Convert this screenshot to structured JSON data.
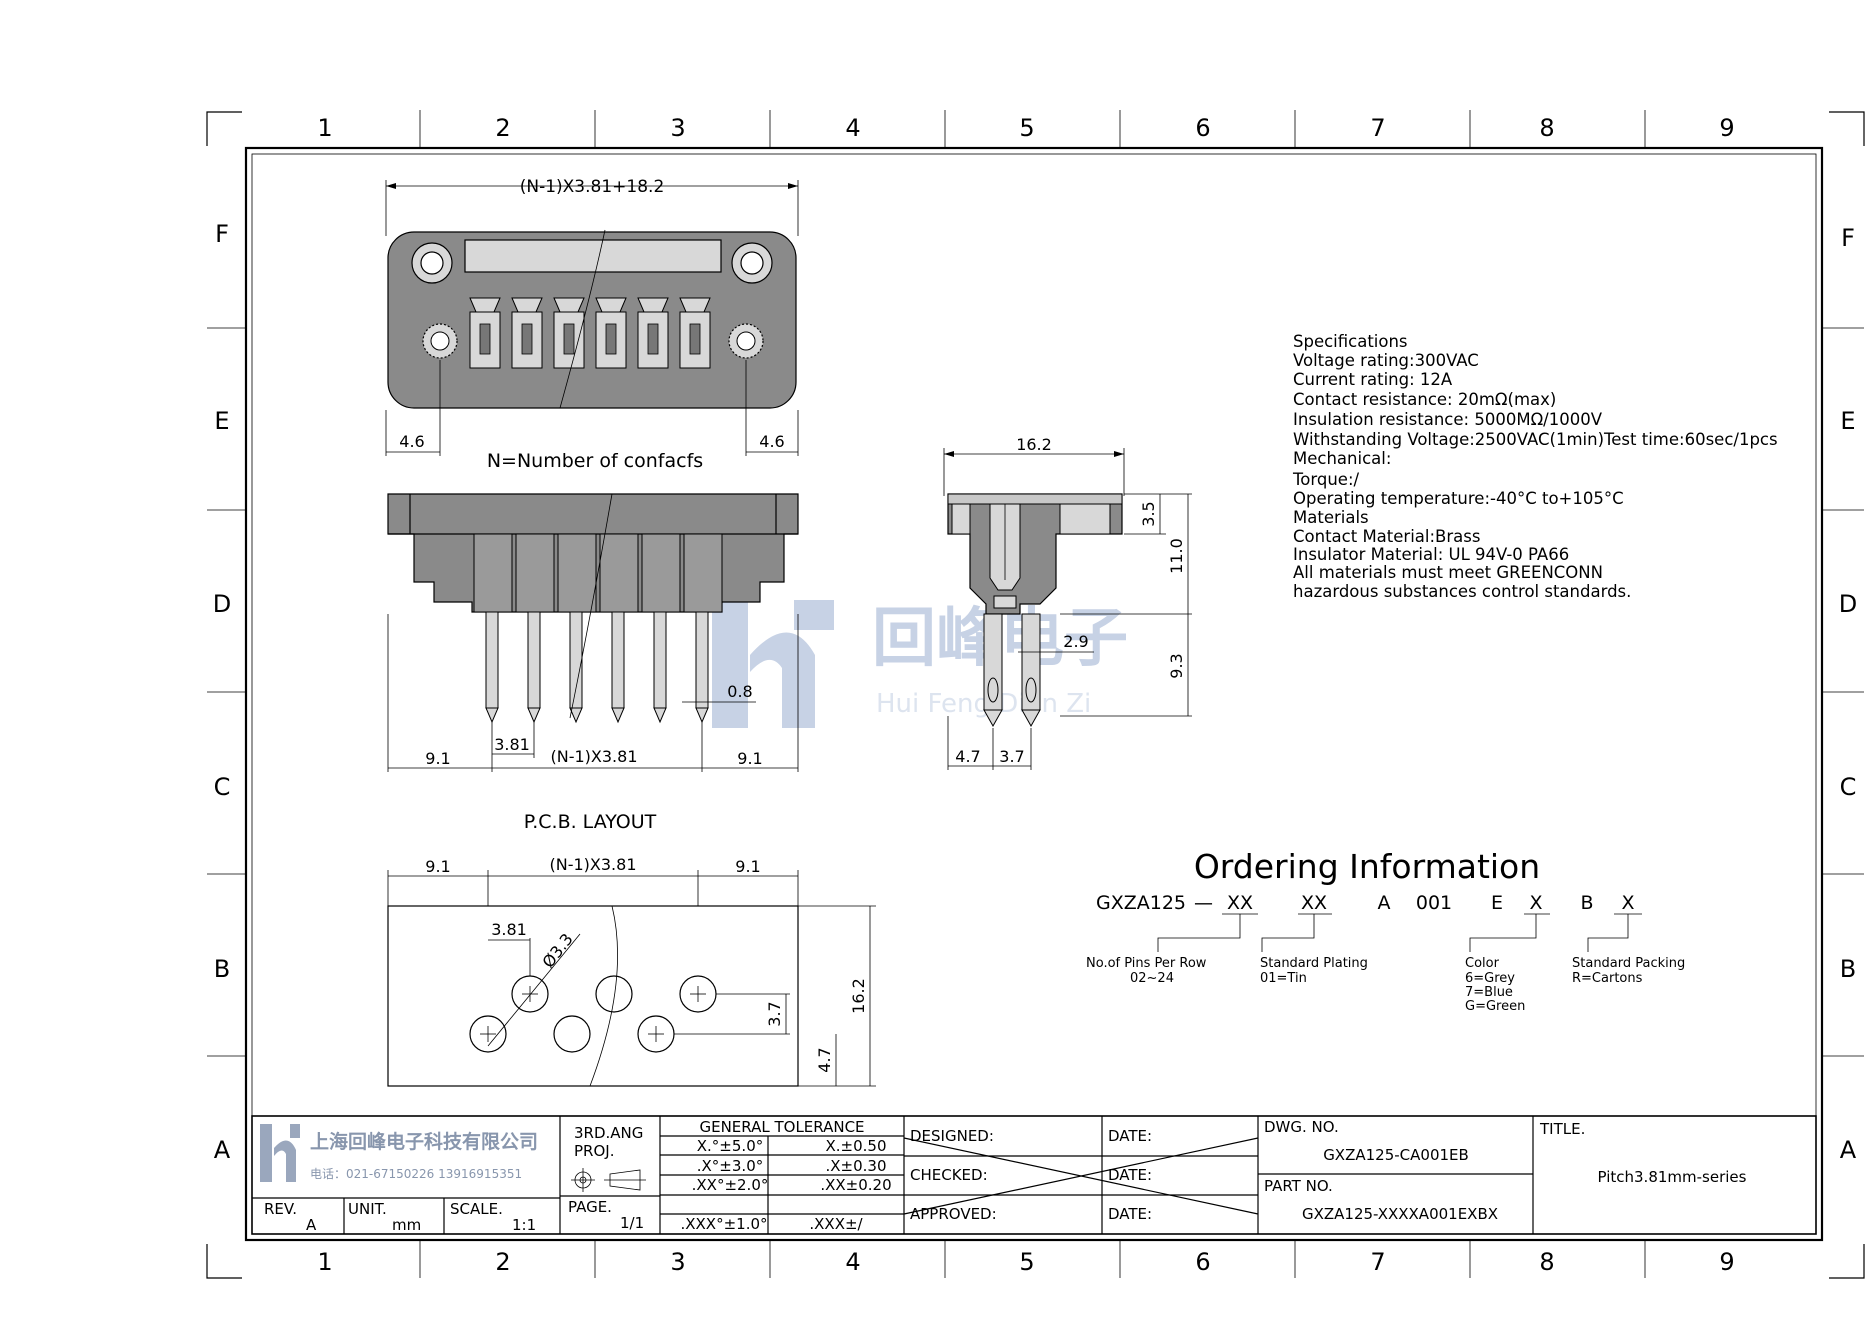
{
  "grid": {
    "columns": [
      "1",
      "2",
      "3",
      "4",
      "5",
      "6",
      "7",
      "8",
      "9"
    ],
    "rows": [
      "F",
      "E",
      "D",
      "C",
      "B",
      "A"
    ]
  },
  "front_view": {
    "overall_dim": "(N-1)X3.81+18.2",
    "left_dim": "4.6",
    "right_dim": "4.6",
    "caption": "N=Number  of  confacfs"
  },
  "pin_view": {
    "left_dim": "9.1",
    "pitch_dim": "3.81",
    "span_dim": "(N-1)X3.81",
    "right_dim": "9.1",
    "pin_dim": "0.8"
  },
  "side_view": {
    "width_dim": "16.2",
    "top_dim": "3.5",
    "body_dim": "11.0",
    "pin_len_dim": "9.3",
    "pin_gap_dim": "2.9",
    "left_dim": "4.7",
    "pitch_dim": "3.7"
  },
  "pcb_layout": {
    "title": "P.C.B.  LAYOUT",
    "left_dim": "9.1",
    "span_dim": "(N-1)X3.81",
    "right_dim": "9.1",
    "pitch_dim": "3.81",
    "hole_dim": "Ø3.3",
    "row_gap_dim": "3.7",
    "height_dim": "16.2",
    "edge_dim": "4.7"
  },
  "specifications": {
    "lines": [
      "Specifications",
      "Voltage  rating:300VAC",
      "Current  rating:  12A",
      "Contact  resistance:  20mΩ(max)",
      "Insulation  resistance:  5000MΩ/1000V",
      "Withstanding  Voltage:2500VAC(1min)Test  time:60sec/1pcs",
      "Mechanical:",
      "Torque:/",
      "Operating  temperature:-40°C  to+105°C",
      "Materials",
      "Contact  Material:Brass",
      "Insulator  Material:  UL  94V-0  PA66",
      "All  materials  must  meet  GREENCONN",
      "hazardous  substances  control  standards."
    ]
  },
  "ordering": {
    "title": "Ordering  Information",
    "code": {
      "prefix": "GXZA125",
      "dash": "—",
      "pins": "XX",
      "plating": "XX",
      "a": "A",
      "series": "001",
      "e": "E",
      "color": "X",
      "b": "B",
      "packing": "X"
    },
    "legend": {
      "pins_title": "No.of  Pins  Per  Row",
      "pins_value": "02~24",
      "plating_title": "Standard  Plating",
      "plating_value": "01=Tin",
      "color_title": "Color",
      "color_values": [
        "6=Grey",
        "7=Blue",
        "G=Green"
      ],
      "packing_title": "Standard  Packing",
      "packing_value": "R=Cartons"
    }
  },
  "watermark": {
    "chinese": "回峰电子",
    "pinyin": "Hui Feng Dian Zi",
    "color": "#c7d2e5"
  },
  "title_block": {
    "company": "上海回峰电子科技有限公司",
    "phone": "电话：021-67150226  13916915351",
    "projection": [
      "3RD.ANG",
      "PROJ."
    ],
    "rev_label": "REV.",
    "rev_value": "A",
    "unit_label": "UNIT.",
    "unit_value": "mm",
    "scale_label": "SCALE.",
    "scale_value": "1:1",
    "page_label": "PAGE.",
    "page_value": "1/1",
    "tolerance_title": "GENERAL  TOLERANCE",
    "tolerance_rows": [
      [
        "X.°±5.0°",
        "X.±0.50"
      ],
      [
        ".X°±3.0°",
        ".X±0.30"
      ],
      [
        ".XX°±2.0°",
        ".XX±0.20"
      ],
      [
        ".XXX°±1.0°",
        ".XXX±/"
      ]
    ],
    "designed": "DESIGNED:",
    "checked": "CHECKED:",
    "approved": "APPROVED:",
    "date": "DATE:",
    "dwg_no_label": "DWG.  NO.",
    "dwg_no": "GXZA125-CA001EB",
    "part_no_label": "PART  NO.",
    "part_no": "GXZA125-XXXXA001EXBX",
    "title_label": "TITLE.",
    "title_value": "Pitch3.81mm-series"
  }
}
